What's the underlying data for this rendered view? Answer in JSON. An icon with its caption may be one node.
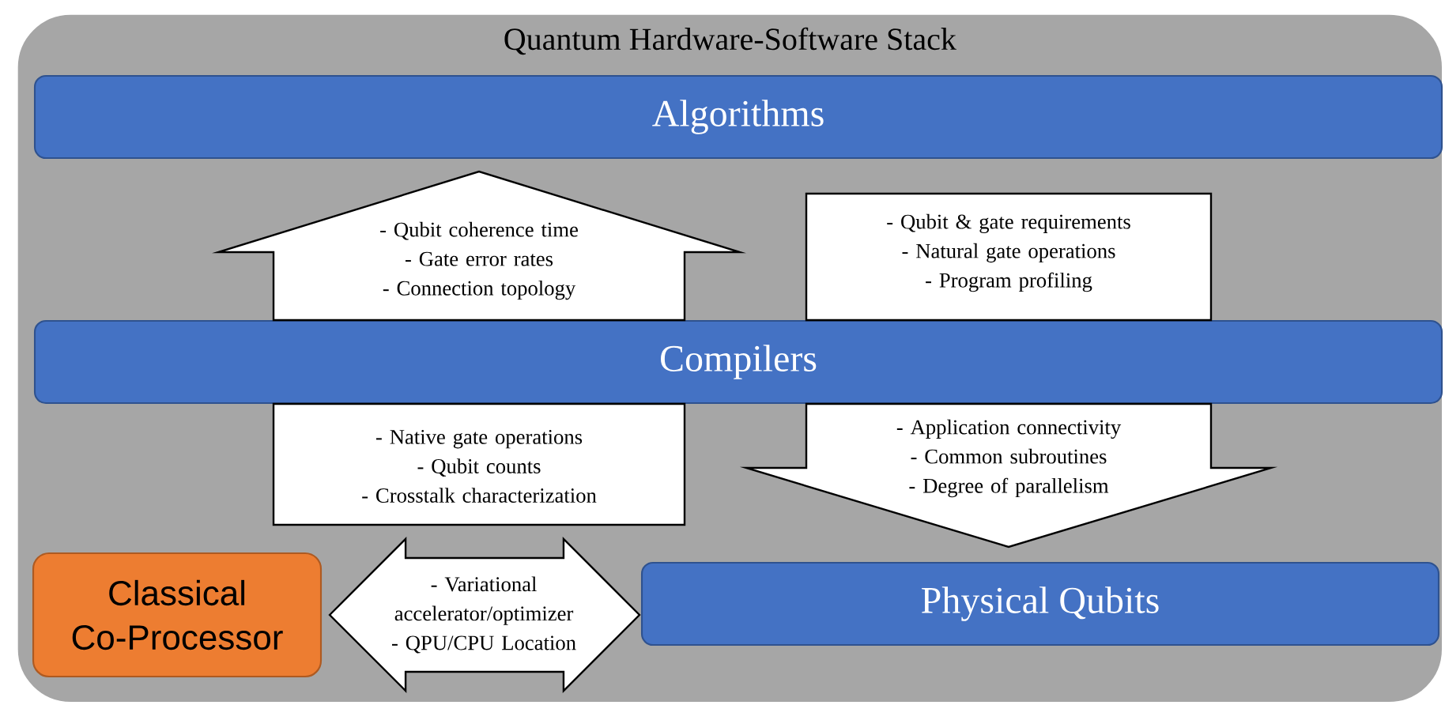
{
  "diagram": {
    "nodes": [
      {
        "text": [
          "Quantum Hardware-Software Stack"
        ]
      },
      {
        "text": [
          "Algorithms"
        ],
        "in": 0
      },
      {
        "text": [
          "Compilers"
        ],
        "in": 0
      },
      {
        "text": [
          "Classical Co-Processor"
        ],
        "in": 0
      },
      {
        "text": [
          "Physical Qubits"
        ],
        "in": 0
      }
    ],
    "edges": [
      {
        "from": 2,
        "to": 1,
        "arrow": "to",
        "label": "- Qubit coherence time - Gate error rates - Connection topology"
      },
      {
        "from": null,
        "to": 2,
        "arrow": "none",
        "label": "- Native gate operations - Qubit counts - Crosstalk characterization"
      },
      {
        "from": 1,
        "to": 2,
        "arrow": "none",
        "label": "- Qubit & gate requirements - Natural gate operations - Program profiling"
      },
      {
        "from": 2,
        "to": null,
        "arrow": "to",
        "label": "- Application connectivity - Common subroutines - Degree of parallelism"
      },
      {
        "from": 3,
        "to": 4,
        "arrow": "both",
        "label": "- Variational accelerator/optimizer - QPU/CPU Location"
      }
    ]
  }
}
